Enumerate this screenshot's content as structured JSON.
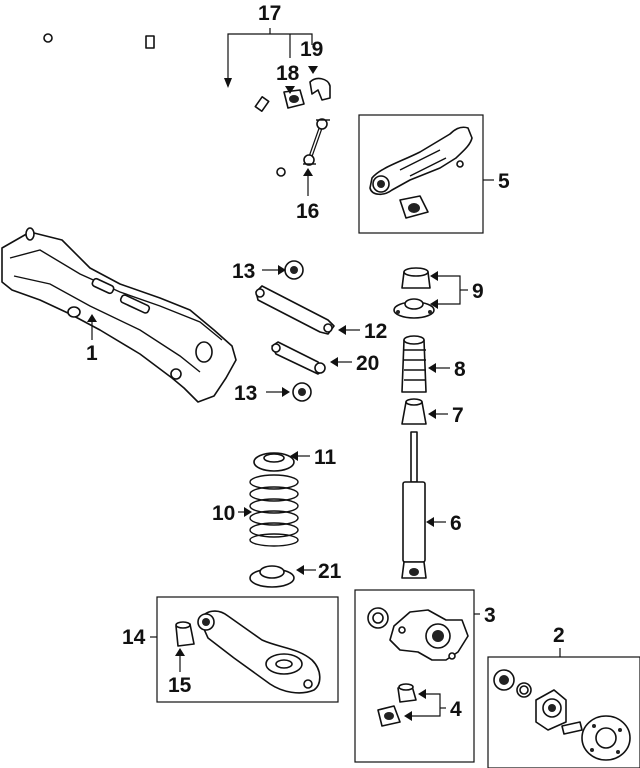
{
  "callouts": {
    "c1": "1",
    "c2": "2",
    "c3": "3",
    "c4": "4",
    "c5": "5",
    "c6": "6",
    "c7": "7",
    "c8": "8",
    "c9": "9",
    "c10": "10",
    "c11": "11",
    "c12": "12",
    "c13a": "13",
    "c13b": "13",
    "c14": "14",
    "c15": "15",
    "c16": "16",
    "c17": "17",
    "c18": "18",
    "c19": "19",
    "c20": "20",
    "c21": "21"
  }
}
